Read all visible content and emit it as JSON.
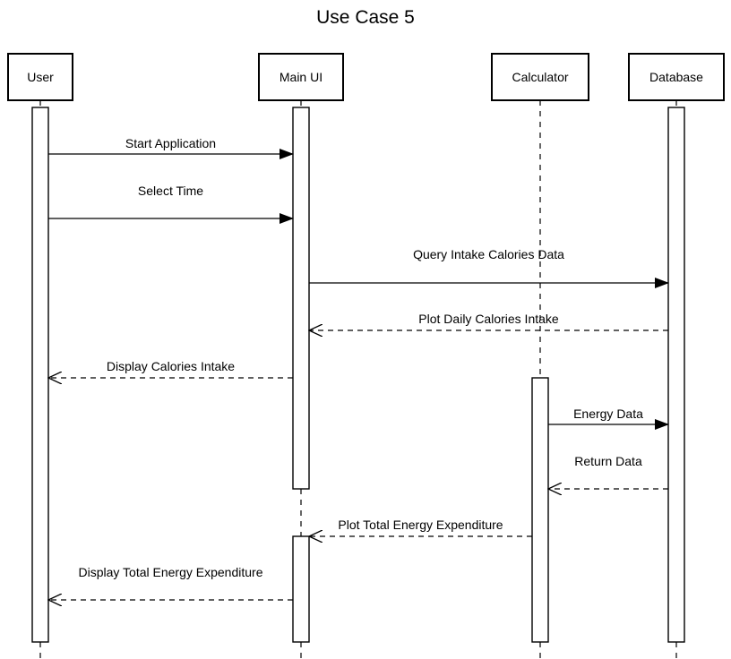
{
  "title": "Use Case 5",
  "participants": [
    {
      "id": "user",
      "label": "User"
    },
    {
      "id": "main_ui",
      "label": "Main UI"
    },
    {
      "id": "calculator",
      "label": "Calculator"
    },
    {
      "id": "database",
      "label": "Database"
    }
  ],
  "messages": [
    {
      "label": "Start Application",
      "from": "user",
      "to": "main_ui",
      "kind": "sync"
    },
    {
      "label": "Select Time",
      "from": "user",
      "to": "main_ui",
      "kind": "sync"
    },
    {
      "label": "Query Intake Calories Data",
      "from": "main_ui",
      "to": "database",
      "kind": "sync"
    },
    {
      "label": "Plot Daily Calories Intake",
      "from": "database",
      "to": "main_ui",
      "kind": "return"
    },
    {
      "label": "Display Calories Intake",
      "from": "main_ui",
      "to": "user",
      "kind": "return"
    },
    {
      "label": "Energy Data",
      "from": "calculator",
      "to": "database",
      "kind": "sync"
    },
    {
      "label": "Return Data",
      "from": "database",
      "to": "calculator",
      "kind": "return"
    },
    {
      "label": "Plot Total Energy Expenditure",
      "from": "calculator",
      "to": "main_ui",
      "kind": "return"
    },
    {
      "label": "Display Total Energy Expenditure",
      "from": "main_ui",
      "to": "user",
      "kind": "return"
    }
  ],
  "colors": {
    "line": "#000000",
    "background": "#ffffff"
  }
}
